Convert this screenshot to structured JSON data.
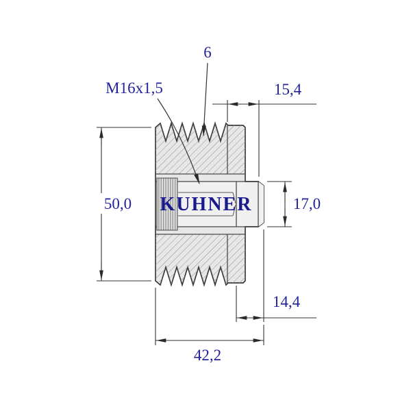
{
  "meta": {
    "background": "#ffffff",
    "ink_color": "#3a3a3a",
    "annotation_color": "#232399",
    "brand_color": "#1a1a8e"
  },
  "drawing": {
    "brand": "KUHNER",
    "groove_count_label": "6",
    "thread_label": "M16x1,5",
    "dimensions": {
      "flange_width_top": "15,4",
      "outer_height": "50,0",
      "bore_height": "17,0",
      "flange_width_bottom": "14,4",
      "total_width": "42,2"
    }
  }
}
